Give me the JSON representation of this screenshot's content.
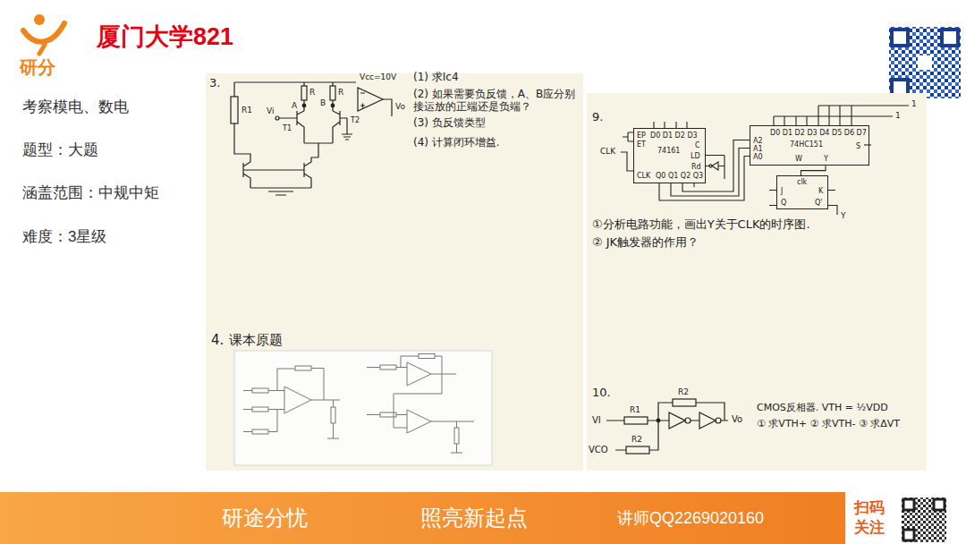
{
  "diagram": {
    "title": "厦门大学821",
    "nodes": [
      {
        "text": [
          "74161",
          "EP",
          "ET",
          "D0 D1 D2 D3",
          "C",
          "LD",
          "Rd",
          "CLK",
          "Q0 Q1 Q2 Q3"
        ]
      },
      {
        "text": [
          "74HC151",
          "D0 D1 D2 D3 D4 D5 D6 D7",
          "A2",
          "A1",
          "A0",
          "W",
          "Y",
          "S"
        ]
      },
      {
        "text": [
          "clk",
          "J",
          "K",
          "Q",
          "Q'"
        ]
      }
    ],
    "edges": [
      {
        "from": 0,
        "to": 1,
        "arrow": "none"
      },
      {
        "from": 1,
        "to": 2,
        "arrow": "none"
      }
    ],
    "labels": [
      "研分",
      "考察模电、数电",
      "题型：大题",
      "涵盖范围：中规中矩",
      "难度：3星级",
      "3.",
      "Vcc=10V",
      "R1",
      "Vi",
      "T1",
      "T2",
      "A",
      "B",
      "R",
      "R",
      "Vo",
      "(1) 求Ic4",
      "(2) 如果需要负反馈，A、B应分别接运放的正端还是负端？",
      "(3) 负反馈类型",
      "(4) 计算闭环增益.",
      "4.",
      "课本原题",
      "9.",
      "CLK",
      "1",
      "1",
      "Y",
      "①分析电路功能，画出Y关于CLK的时序图.",
      "② JK触发器的作用？",
      "10.",
      "VI",
      "R1",
      "R2",
      "Vo",
      "VCO",
      "R2",
      "CMOS反相器. VTH = ½VDD",
      "① 求VTH+ ② 求VTH- ③ 求ΔVT",
      "研途分忧",
      "照亮新起点",
      "讲师QQ2269020160",
      "扫码",
      "关注"
    ]
  }
}
